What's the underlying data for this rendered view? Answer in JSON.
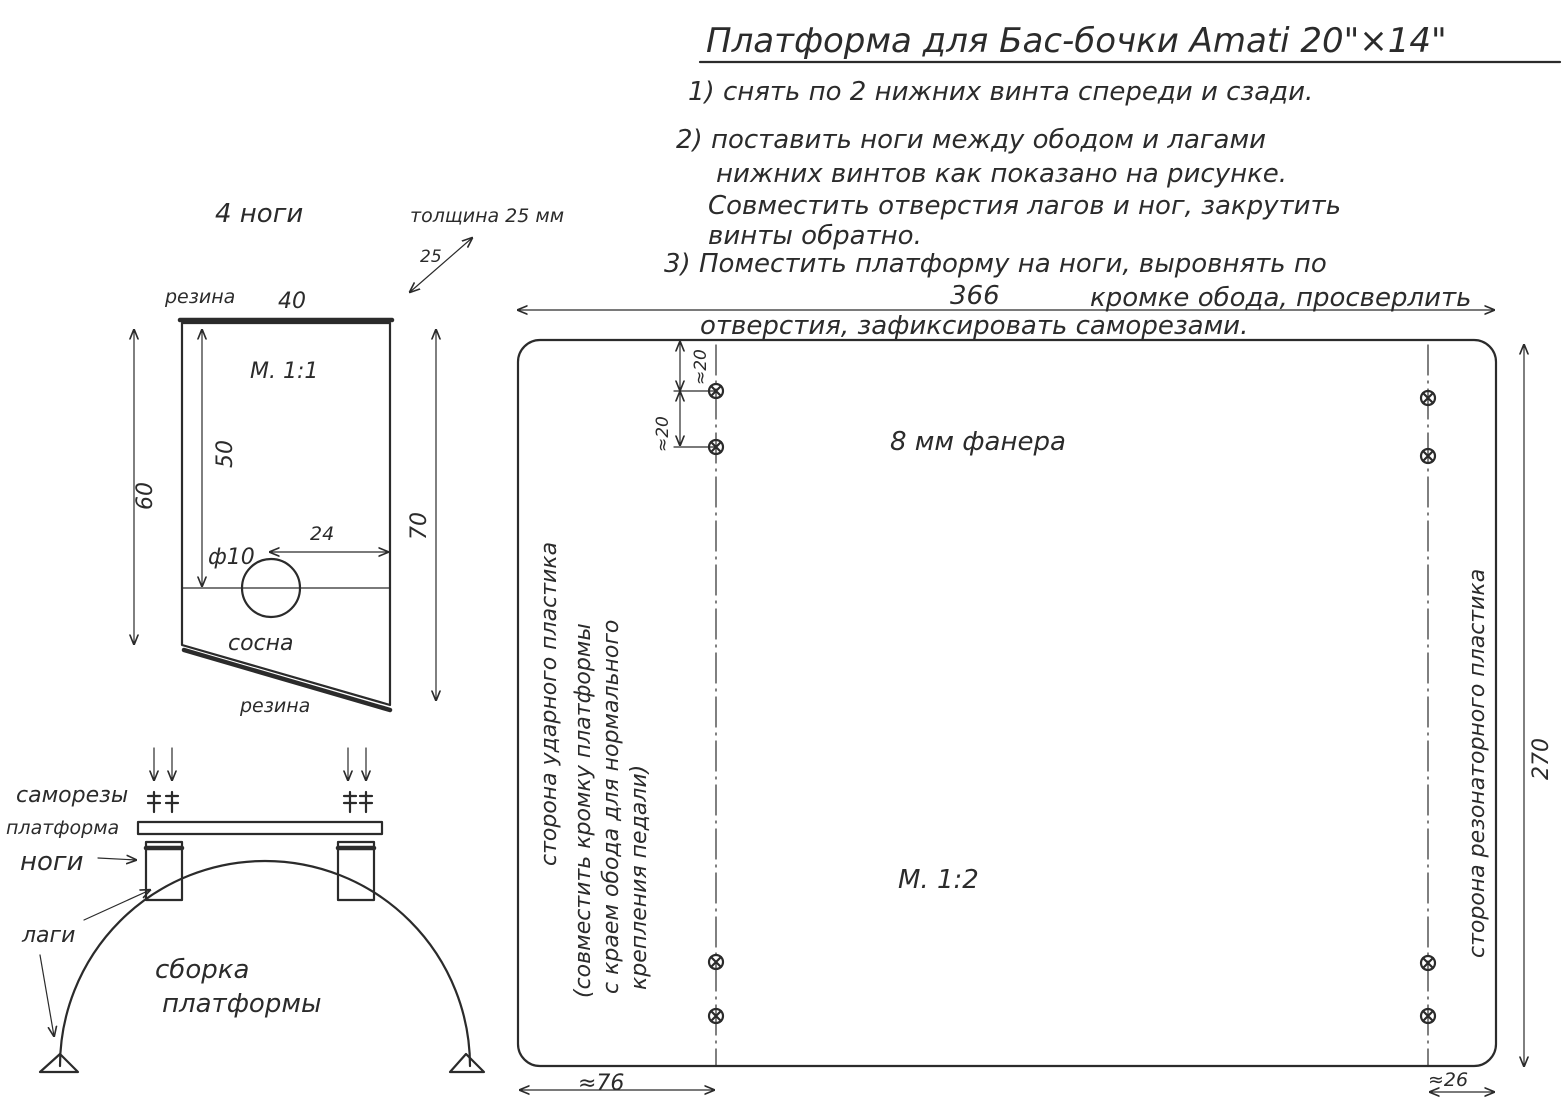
{
  "title": "Платформа для Бас-бочки Amati 20\"×14\"",
  "steps": [
    "1) снять по 2 нижних винта спереди и сзади.",
    "2) поставить ноги между ободом и лагами",
    "нижних винтов как показано на рисунке.",
    "Совместить отверстия лагов и ног, закрутить",
    "винты обратно.",
    "3) Поместить платформу на ноги, выровнять по",
    "кромке обода, просверлить",
    "отверстия, зафиксировать саморезами."
  ],
  "leg": {
    "heading": "4 ноги",
    "thickness_note": "толщина 25 мм",
    "thickness_dim": "25",
    "rubber_top": "резина",
    "top_dim": "40",
    "scale": "М. 1:1",
    "dim_50": "50",
    "dim_60": "60",
    "dim_70": "70",
    "dim_24": "24",
    "hole_dim": "ф10",
    "material": "сосна",
    "rubber_bottom": "резина"
  },
  "assembly": {
    "screws": "саморезы",
    "platform": "платформа",
    "legs": "ноги",
    "lugs": "лаги",
    "caption_1": "сборка",
    "caption_2": "платформы"
  },
  "platform": {
    "width_dim": "366",
    "height_dim": "270",
    "material": "8 мм фанера",
    "scale": "М. 1:2",
    "dim_20a": "≈20",
    "dim_20b": "≈20",
    "offset_left": "≈76",
    "offset_right": "≈26",
    "left_side_1": "сторона ударного пластика",
    "left_side_2": "(совместить кромку платформы",
    "left_side_3": "с краем обода для нормального",
    "left_side_4": "крепления педали)",
    "right_side": "сторона резонаторного пластика"
  }
}
